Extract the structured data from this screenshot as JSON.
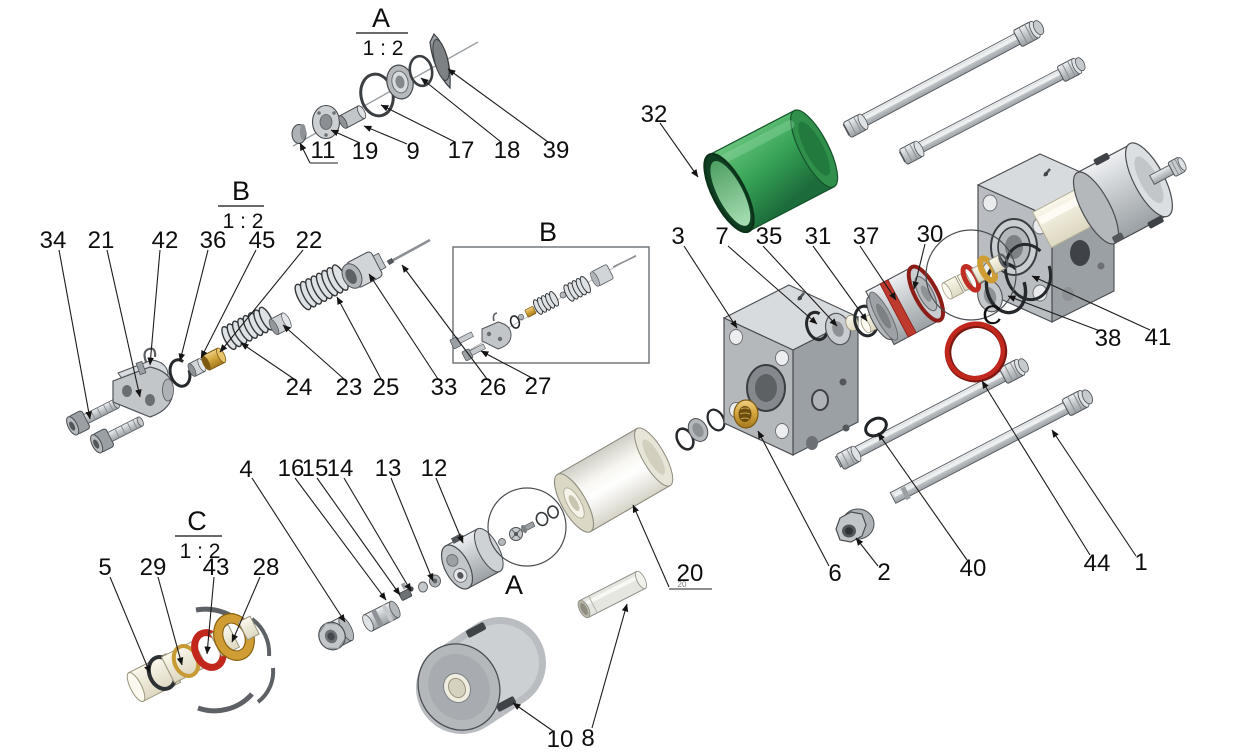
{
  "document": {
    "kind": "Exploded-view assembly technical drawing (hydraulic cylinder)",
    "background_color": "#ffffff",
    "line_color": "#1c1c1c"
  },
  "detail_views": {
    "a": {
      "letter": "A",
      "scale": "1 : 2"
    },
    "b": {
      "letter": "B",
      "scale": "1 : 2"
    },
    "c": {
      "letter": "C",
      "scale": "1 : 2"
    },
    "box_b": {
      "letter": "B"
    },
    "circle_a": {
      "letter": "A"
    },
    "circle_c": {
      "letter": "C"
    }
  },
  "part_numbers": {
    "p1": "1",
    "p2": "2",
    "p3": "3",
    "p4": "4",
    "p5": "5",
    "p6": "6",
    "p7": "7",
    "p8": "8",
    "p9": "9",
    "p10": "10",
    "p11": "11",
    "p12": "12",
    "p13": "13",
    "p14": "14",
    "p15": "15",
    "p16": "16",
    "p17": "17",
    "p18": "18",
    "p19": "19",
    "p20": "20",
    "p21": "21",
    "p22": "22",
    "p23": "23",
    "p24": "24",
    "p25": "25",
    "p26": "26",
    "p27": "27",
    "p28": "28",
    "p29": "29",
    "p30": "30",
    "p31": "31",
    "p32": "32",
    "p33": "33",
    "p34": "34",
    "p35": "35",
    "p36": "36",
    "p37": "37",
    "p38": "38",
    "p39": "39",
    "p40": "40",
    "p41": "41",
    "p42": "42",
    "p43": "43",
    "p44": "44",
    "p45": "45"
  },
  "annotations": {
    "tiny_duplicate_20": "20"
  },
  "colors": {
    "tube_green": "#36a356",
    "seal_red": "#c1271c",
    "brass_gold": "#cf9d33",
    "metal_light": "#c6cacd",
    "metal_dark": "#9aa0a4",
    "rod_ivory": "#f3efdd"
  }
}
